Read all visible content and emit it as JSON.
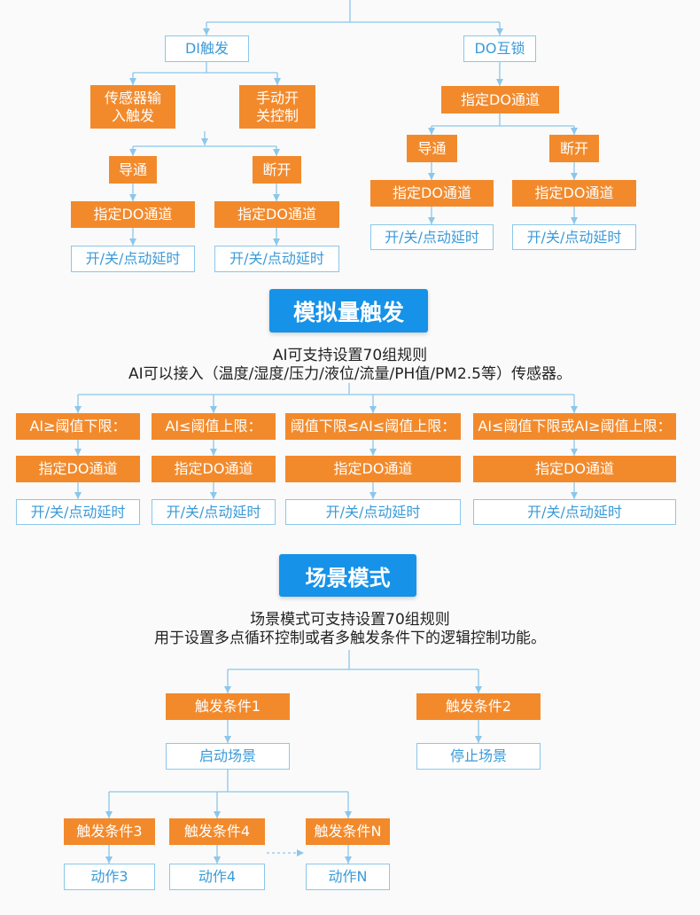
{
  "colors": {
    "background": "#FAFAFA",
    "orange": "#F28A2C",
    "title_blue": "#1692E8",
    "connector": "#8BC7EA",
    "outline_text": "#3B9AD8",
    "description_text": "#222222"
  },
  "di_branch": {
    "trigger": "DI触发",
    "sources": [
      {
        "lines": [
          "传感器输",
          "入触发"
        ]
      },
      {
        "lines": [
          "手动开",
          "关控制"
        ]
      }
    ],
    "states": [
      {
        "label": "导通",
        "channel": "指定DO通道",
        "action": "开/关/点动延时"
      },
      {
        "label": "断开",
        "channel": "指定DO通道",
        "action": "开/关/点动延时"
      }
    ]
  },
  "do_branch": {
    "trigger": "DO互锁",
    "channel": "指定DO通道",
    "states": [
      {
        "label": "导通",
        "channel": "指定DO通道",
        "action": "开/关/点动延时"
      },
      {
        "label": "断开",
        "channel": "指定DO通道",
        "action": "开/关/点动延时"
      }
    ]
  },
  "analog_section": {
    "title": "模拟量触发",
    "description": [
      "AI可支持设置70组规则",
      "AI可以接入（温度/湿度/压力/液位/流量/PH值/PM2.5等）传感器。"
    ],
    "rules": [
      {
        "condition": "AI≥阈值下限：",
        "channel": "指定DO通道",
        "action": "开/关/点动延时"
      },
      {
        "condition": "AI≤阈值上限：",
        "channel": "指定DO通道",
        "action": "开/关/点动延时"
      },
      {
        "condition": "阈值下限≤AI≤阈值上限：",
        "channel": "指定DO通道",
        "action": "开/关/点动延时"
      },
      {
        "condition": "AI≤阈值下限或AI≥阈值上限：",
        "channel": "指定DO通道",
        "action": "开/关/点动延时"
      }
    ]
  },
  "scene_section": {
    "title": "场景模式",
    "description": [
      "场景模式可支持设置70组规则",
      "用于设置多点循环控制或者多触发条件下的逻辑控制功能。"
    ],
    "triggers": [
      {
        "label": "触发条件1",
        "result": "启动场景"
      },
      {
        "label": "触发条件2",
        "result": "停止场景"
      }
    ],
    "sub_triggers": [
      {
        "label": "触发条件3",
        "action": "动作3"
      },
      {
        "label": "触发条件4",
        "action": "动作4"
      },
      {
        "label": "触发条件N",
        "action": "动作N"
      }
    ]
  }
}
